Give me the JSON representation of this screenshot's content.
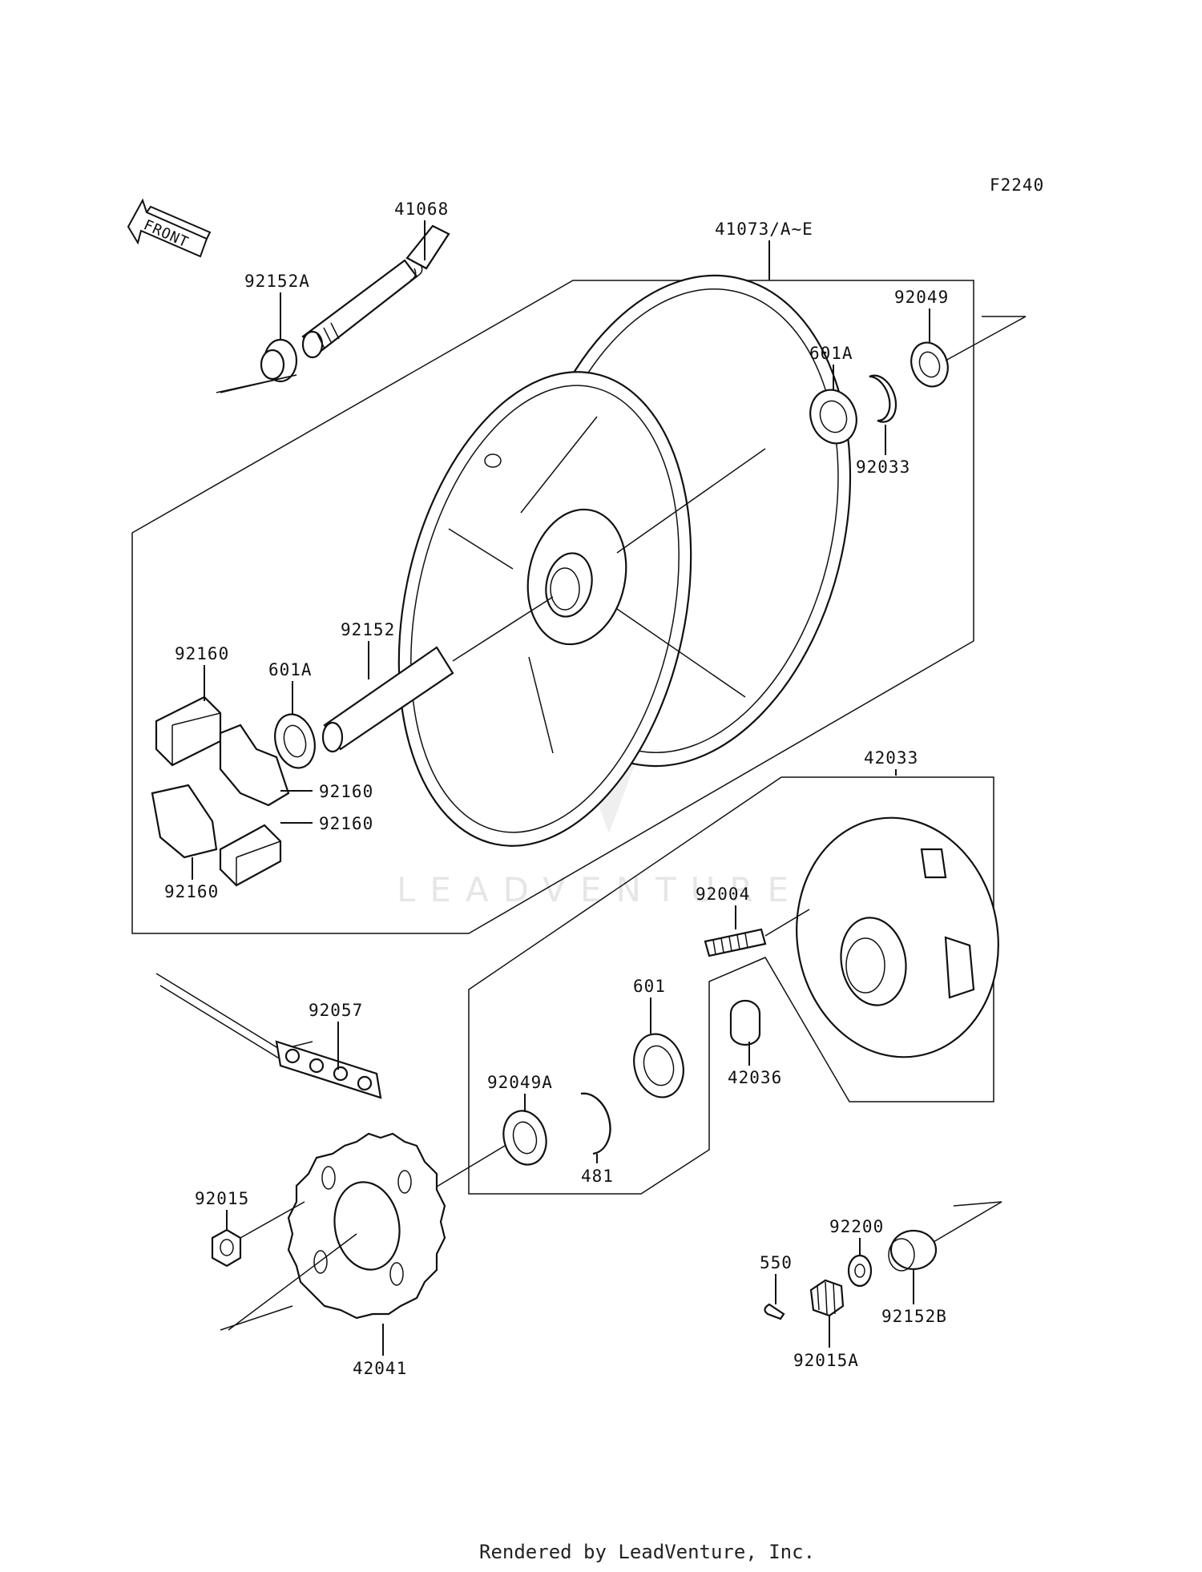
{
  "diagram_code": "F2240",
  "front_arrow_label": "FRONT",
  "watermark": "LEADVENTURE",
  "footer": "Rendered by LeadVenture, Inc.",
  "parts": [
    {
      "id": "p41068",
      "label": "41068"
    },
    {
      "id": "p41073",
      "label": "41073/A~E"
    },
    {
      "id": "p92152A",
      "label": "92152A"
    },
    {
      "id": "p92049",
      "label": "92049"
    },
    {
      "id": "p601A_top",
      "label": "601A"
    },
    {
      "id": "p92033",
      "label": "92033"
    },
    {
      "id": "p92152",
      "label": "92152"
    },
    {
      "id": "p92160_a",
      "label": "92160"
    },
    {
      "id": "p601A_left",
      "label": "601A"
    },
    {
      "id": "p92160_b",
      "label": "92160"
    },
    {
      "id": "p92160_c",
      "label": "92160"
    },
    {
      "id": "p92160_d",
      "label": "92160"
    },
    {
      "id": "p42033",
      "label": "42033"
    },
    {
      "id": "p92004",
      "label": "92004"
    },
    {
      "id": "p92057",
      "label": "92057"
    },
    {
      "id": "p601",
      "label": "601"
    },
    {
      "id": "p92049A",
      "label": "92049A"
    },
    {
      "id": "p42036",
      "label": "42036"
    },
    {
      "id": "p481",
      "label": "481"
    },
    {
      "id": "p92015",
      "label": "92015"
    },
    {
      "id": "p92200",
      "label": "92200"
    },
    {
      "id": "p550",
      "label": "550"
    },
    {
      "id": "p92152B",
      "label": "92152B"
    },
    {
      "id": "p92015A",
      "label": "92015A"
    },
    {
      "id": "p42041",
      "label": "42041"
    }
  ]
}
